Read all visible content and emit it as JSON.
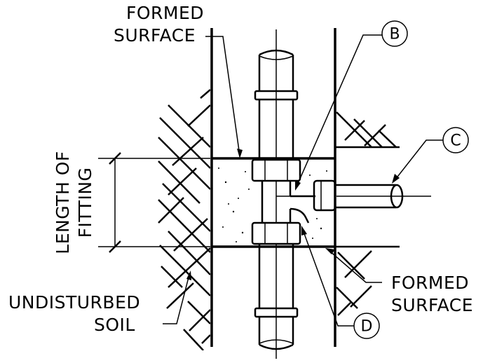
{
  "labels": {
    "formed_surface_top_line1": "FORMED",
    "formed_surface_top_line2": "SURFACE",
    "length_line1": "LENGTH OF",
    "length_line2": "FITTING",
    "undisturbed_line1": "UNDISTURBED",
    "undisturbed_line2": "SOIL",
    "formed_surface_right_line1": "FORMED",
    "formed_surface_right_line2": "SURFACE"
  },
  "callouts": {
    "b": "B",
    "c": "C",
    "d": "D"
  }
}
